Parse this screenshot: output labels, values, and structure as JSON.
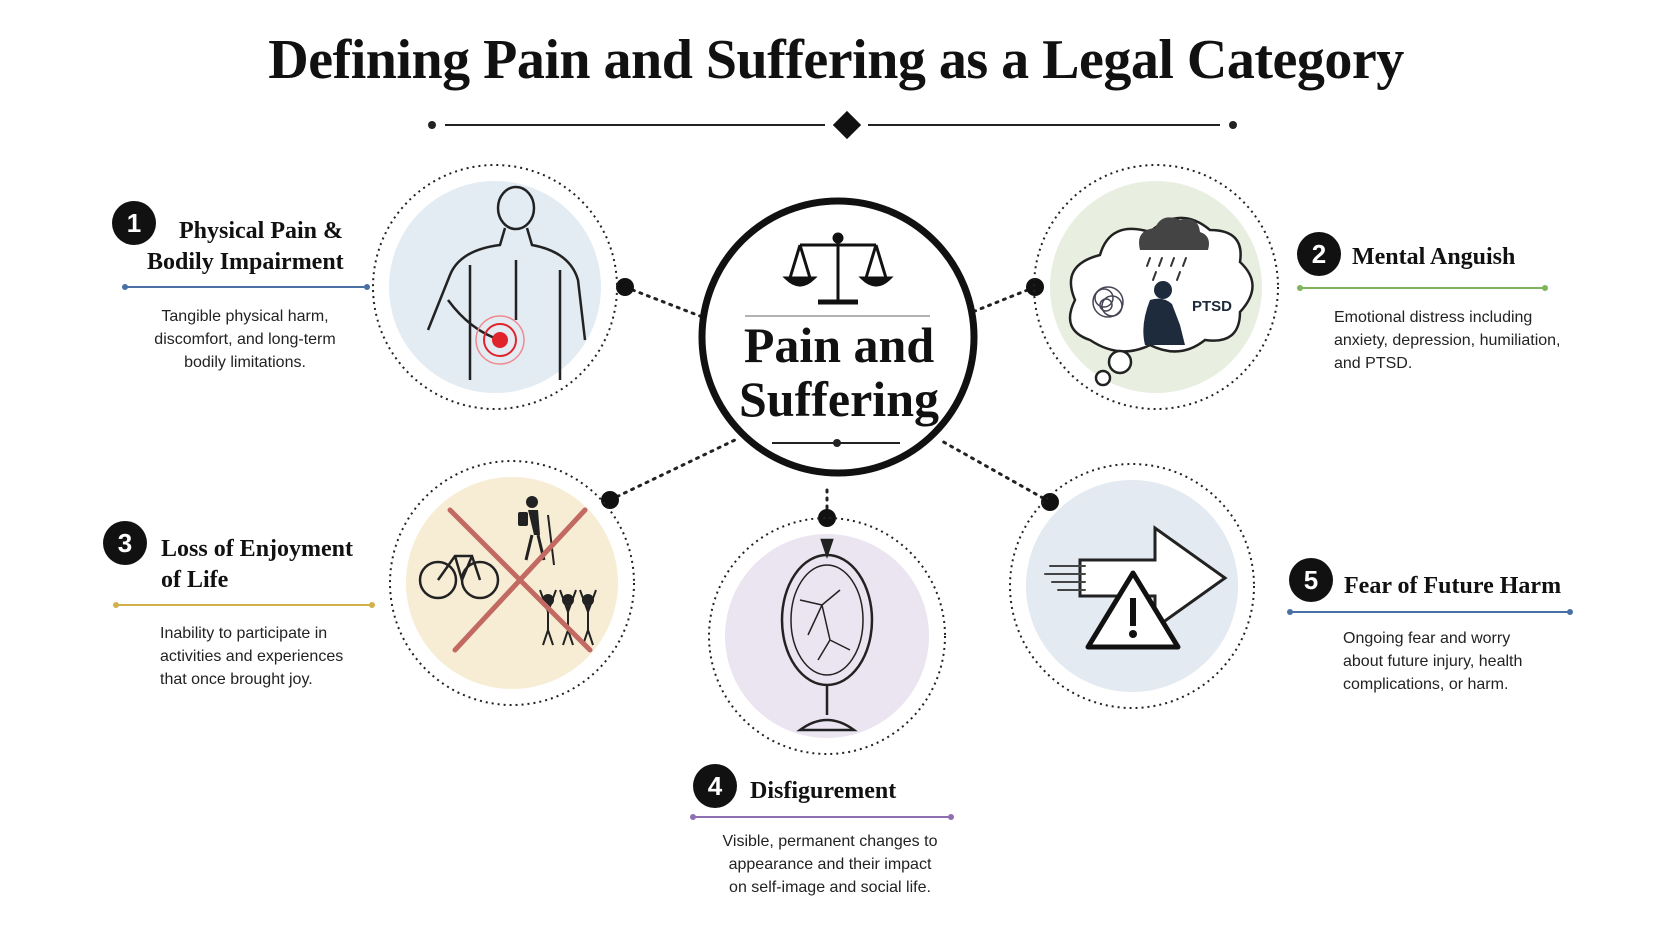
{
  "title": "Defining Pain and Suffering as a Legal Category",
  "center": {
    "line1": "Pain and",
    "line2": "Suffering",
    "icon": "scales-of-justice-icon"
  },
  "categories": [
    {
      "number": "1",
      "heading_line1": "Physical Pain &",
      "heading_line2": "Bodily Impairment",
      "description": [
        "Tangible physical harm,",
        "discomfort, and long-term",
        "bodily limitations."
      ],
      "icon": "back-pain-icon",
      "accent": "#4a6fa5",
      "circle_fill": "#e3ebf3"
    },
    {
      "number": "2",
      "heading_line1": "Mental Anguish",
      "description": [
        "Emotional distress including",
        "anxiety, depression, humiliation,",
        "and PTSD."
      ],
      "icon": "thought-cloud-icon",
      "icon_label": "PTSD",
      "accent": "#7fb55a",
      "circle_fill": "#e8efe0"
    },
    {
      "number": "3",
      "heading_line1": "Loss of Enjoyment",
      "heading_line2": "of Life",
      "description": [
        "Inability to participate in",
        "activities and experiences",
        "that once brought joy."
      ],
      "icon": "crossed-out-activities-icon",
      "accent": "#d4b04a",
      "circle_fill": "#f6edd4"
    },
    {
      "number": "4",
      "heading_line1": "Disfigurement",
      "description": [
        "Visible, permanent changes to",
        "appearance and their impact",
        "on self-image and social life."
      ],
      "icon": "cracked-mirror-icon",
      "accent": "#8e6fb3",
      "circle_fill": "#ebe4f1"
    },
    {
      "number": "5",
      "heading_line1": "Fear of Future Harm",
      "description": [
        "Ongoing fear and worry",
        "about future injury, health",
        "complications, or harm."
      ],
      "icon": "warning-arrow-icon",
      "accent": "#4a6fa5",
      "circle_fill": "#e3eaf2"
    }
  ]
}
